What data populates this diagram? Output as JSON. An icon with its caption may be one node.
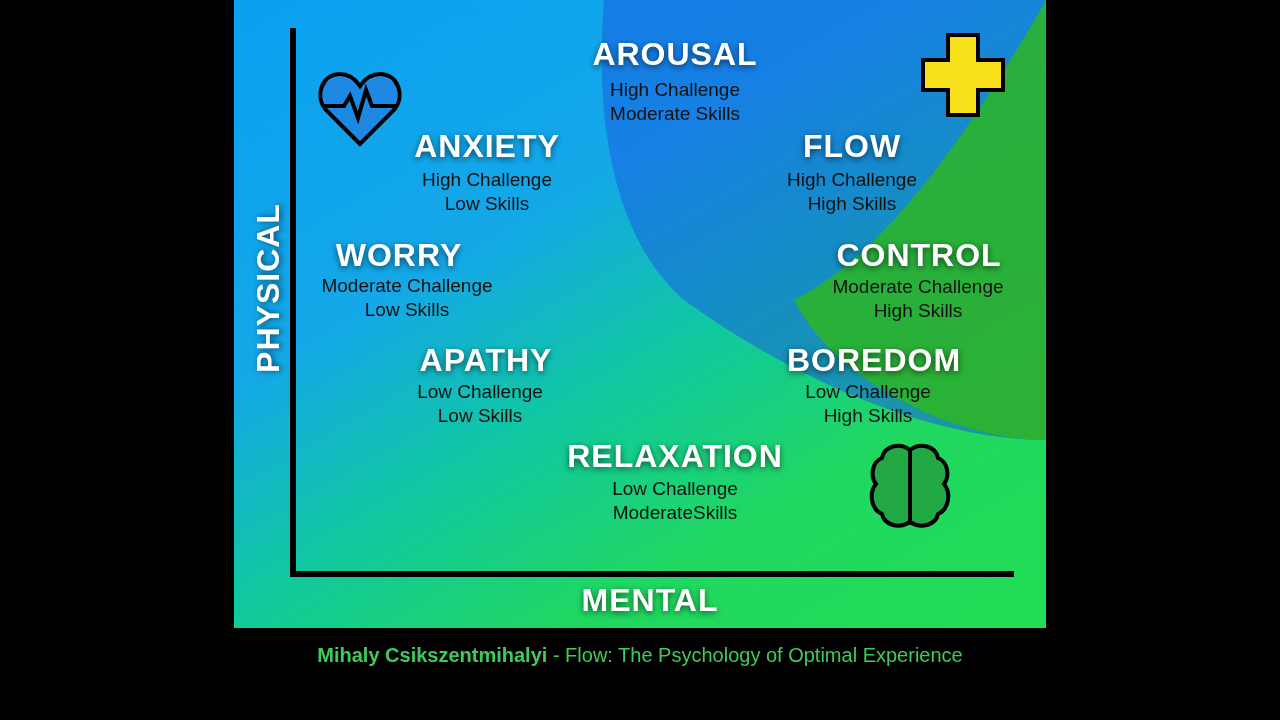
{
  "diagram": {
    "caption": "**Mihaly Csikszentmihalyi** - Flow: The Psychology of Optimal Experience",
    "labels": [
      "AROUSAL",
      "High Challenge Moderate Skills",
      "ANXIETY",
      "High Challenge Low Skills",
      "FLOW",
      "High Challenge High Skills",
      "PHYSICAL",
      "WORRY",
      "Moderate Challenge Low Skills",
      "CONTROL",
      "Moderate Challenge High Skills",
      "APATHY",
      "Low Challenge Low Skills",
      "BOREDOM",
      "Low Challenge High Skills",
      "RELAXATION",
      "Low Challenge ModerateSkills",
      "MENTAL"
    ]
  }
}
